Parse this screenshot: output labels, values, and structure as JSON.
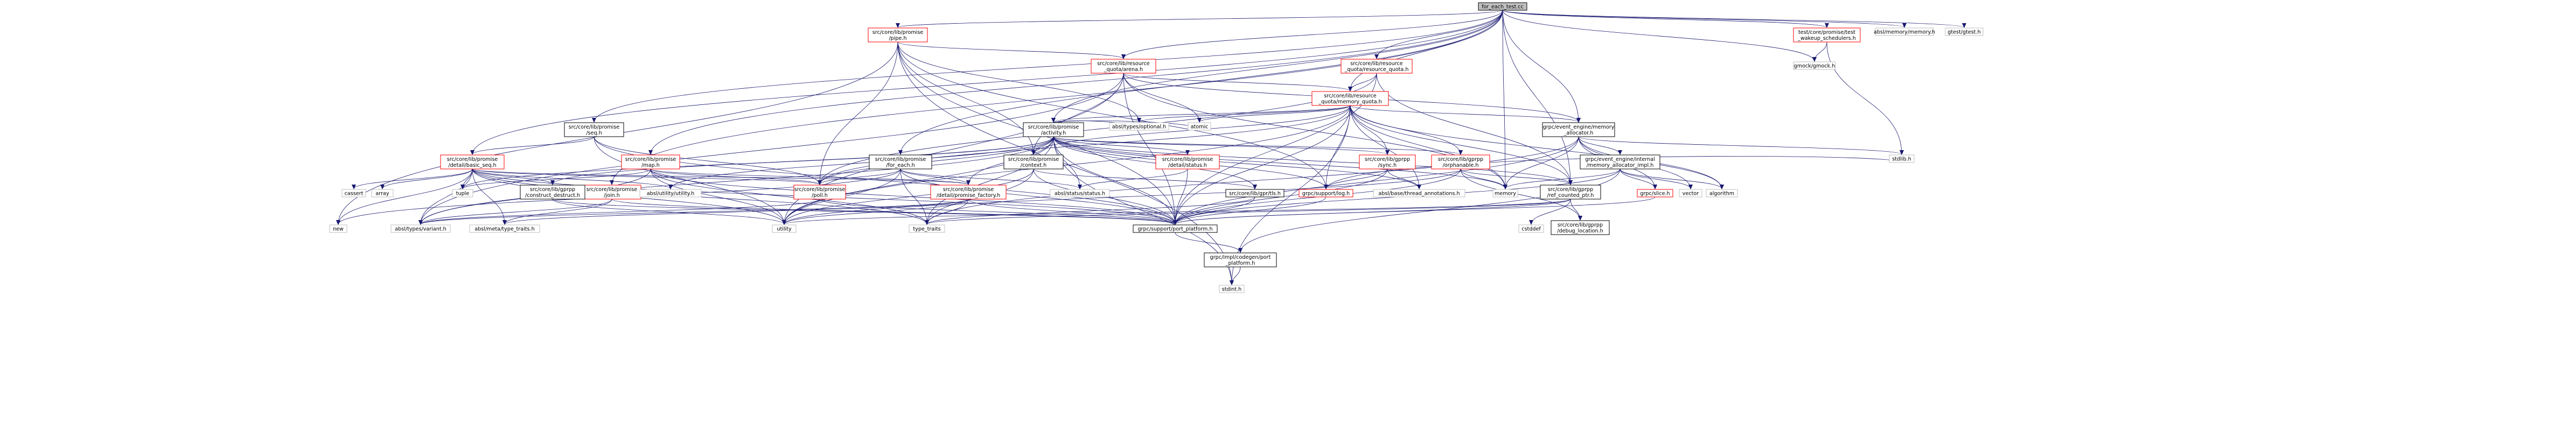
{
  "colors": {
    "root_fill": "#bfbfbf",
    "node_fill": "#ffffff",
    "red": "#ff0000",
    "gray": "#bfbfbf",
    "edge": "#191970",
    "text": "#000000"
  },
  "nodes": [
    {
      "id": "root",
      "lines": [
        "for_each_test.cc"
      ],
      "kind": "root"
    },
    {
      "id": "pipe",
      "lines": [
        "src/core/lib/promise",
        "/pipe.h"
      ],
      "kind": "red"
    },
    {
      "id": "arena",
      "lines": [
        "src/core/lib/resource",
        "_quota/arena.h"
      ],
      "kind": "red"
    },
    {
      "id": "resquota",
      "lines": [
        "src/core/lib/resource",
        "_quota/resource_quota.h"
      ],
      "kind": "red"
    },
    {
      "id": "memquota",
      "lines": [
        "src/core/lib/resource",
        "_quota/memory_quota.h"
      ],
      "kind": "red"
    },
    {
      "id": "wakeup",
      "lines": [
        "test/core/promise/test",
        "_wakeup_schedulers.h"
      ],
      "kind": "red"
    },
    {
      "id": "absl_memory",
      "lines": [
        "absl/memory/memory.h"
      ],
      "kind": "gray"
    },
    {
      "id": "gtest",
      "lines": [
        "gtest/gtest.h"
      ],
      "kind": "gray"
    },
    {
      "id": "gmock",
      "lines": [
        "gmock/gmock.h"
      ],
      "kind": "gray"
    },
    {
      "id": "seq",
      "lines": [
        "src/core/lib/promise",
        "/seq.h"
      ],
      "kind": "plain"
    },
    {
      "id": "activity",
      "lines": [
        "src/core/lib/promise",
        "/activity.h"
      ],
      "kind": "plain"
    },
    {
      "id": "ee_mem",
      "lines": [
        "grpc/event_engine/memory",
        "_allocator.h"
      ],
      "kind": "plain"
    },
    {
      "id": "stdlib",
      "lines": [
        "stdlib.h"
      ],
      "kind": "gray"
    },
    {
      "id": "basic_seq",
      "lines": [
        "src/core/lib/promise",
        "/detail/basic_seq.h"
      ],
      "kind": "red"
    },
    {
      "id": "map",
      "lines": [
        "src/core/lib/promise",
        "/map.h"
      ],
      "kind": "red"
    },
    {
      "id": "join",
      "lines": [
        "src/core/lib/promise",
        "/join.h"
      ],
      "kind": "red"
    },
    {
      "id": "for_each",
      "lines": [
        "src/core/lib/promise",
        "/for_each.h"
      ],
      "kind": "plain"
    },
    {
      "id": "context",
      "lines": [
        "src/core/lib/promise",
        "/context.h"
      ],
      "kind": "plain"
    },
    {
      "id": "status_h",
      "lines": [
        "src/core/lib/promise",
        "/detail/status.h"
      ],
      "kind": "red"
    },
    {
      "id": "gprpp_sync",
      "lines": [
        "src/core/lib/gprpp",
        "/sync.h"
      ],
      "kind": "red"
    },
    {
      "id": "orphanable",
      "lines": [
        "src/core/lib/gprpp",
        "/orphanable.h"
      ],
      "kind": "red"
    },
    {
      "id": "mem_impl",
      "lines": [
        "grpc/event_engine/internal",
        "/memory_allocator_impl.h"
      ],
      "kind": "plain"
    },
    {
      "id": "cassert",
      "lines": [
        "cassert"
      ],
      "kind": "gray"
    },
    {
      "id": "array",
      "lines": [
        "array"
      ],
      "kind": "gray"
    },
    {
      "id": "tuple",
      "lines": [
        "tuple"
      ],
      "kind": "gray"
    },
    {
      "id": "construct",
      "lines": [
        "src/core/lib/gprpp",
        "/construct_destruct.h"
      ],
      "kind": "plain"
    },
    {
      "id": "absl_utility",
      "lines": [
        "absl/utility/utility.h"
      ],
      "kind": "gray"
    },
    {
      "id": "poll",
      "lines": [
        "src/core/lib/promise",
        "/poll.h"
      ],
      "kind": "red"
    },
    {
      "id": "factory",
      "lines": [
        "src/core/lib/promise",
        "/detail/promise_factory.h"
      ],
      "kind": "red"
    },
    {
      "id": "absl_status",
      "lines": [
        "absl/status/status.h"
      ],
      "kind": "gray"
    },
    {
      "id": "gpr_tls",
      "lines": [
        "src/core/lib/gpr/tls.h"
      ],
      "kind": "plain"
    },
    {
      "id": "absl_optional",
      "lines": [
        "absl/types/optional.h"
      ],
      "kind": "gray"
    },
    {
      "id": "atomic",
      "lines": [
        "atomic"
      ],
      "kind": "gray"
    },
    {
      "id": "thread_ann",
      "lines": [
        "absl/base/thread_annotations.h"
      ],
      "kind": "gray"
    },
    {
      "id": "grpc_log",
      "lines": [
        "grpc/support/log.h"
      ],
      "kind": "red"
    },
    {
      "id": "ref_counted",
      "lines": [
        "src/core/lib/gprpp",
        "/ref_counted_ptr.h"
      ],
      "kind": "plain"
    },
    {
      "id": "memory",
      "lines": [
        "memory"
      ],
      "kind": "gray"
    },
    {
      "id": "grpc_slice",
      "lines": [
        "grpc/slice.h"
      ],
      "kind": "red"
    },
    {
      "id": "vector",
      "lines": [
        "vector"
      ],
      "kind": "gray"
    },
    {
      "id": "algorithm",
      "lines": [
        "algorithm"
      ],
      "kind": "gray"
    },
    {
      "id": "new",
      "lines": [
        "new"
      ],
      "kind": "gray"
    },
    {
      "id": "absl_variant",
      "lines": [
        "absl/types/variant.h"
      ],
      "kind": "gray"
    },
    {
      "id": "type_traits_absl",
      "lines": [
        "absl/meta/type_traits.h"
      ],
      "kind": "gray"
    },
    {
      "id": "utility",
      "lines": [
        "utility"
      ],
      "kind": "gray"
    },
    {
      "id": "type_traits",
      "lines": [
        "type_traits"
      ],
      "kind": "gray"
    },
    {
      "id": "port_platform",
      "lines": [
        "grpc/support/port_platform.h"
      ],
      "kind": "plain"
    },
    {
      "id": "cstddef",
      "lines": [
        "cstddef"
      ],
      "kind": "gray"
    },
    {
      "id": "debug_location",
      "lines": [
        "src/core/lib/gprpp",
        "/debug_location.h"
      ],
      "kind": "plain"
    },
    {
      "id": "impl_port",
      "lines": [
        "grpc/impl/codegen/port",
        "_platform.h"
      ],
      "kind": "plain"
    },
    {
      "id": "stdint",
      "lines": [
        "stdint.h"
      ],
      "kind": "gray"
    }
  ],
  "edges": [
    [
      "root",
      "pipe"
    ],
    [
      "root",
      "arena"
    ],
    [
      "root",
      "resquota"
    ],
    [
      "root",
      "memquota"
    ],
    [
      "root",
      "wakeup"
    ],
    [
      "root",
      "absl_memory"
    ],
    [
      "root",
      "gtest"
    ],
    [
      "root",
      "gmock"
    ],
    [
      "root",
      "seq"
    ],
    [
      "root",
      "activity"
    ],
    [
      "root",
      "ee_mem"
    ],
    [
      "root",
      "map"
    ],
    [
      "root",
      "join"
    ],
    [
      "root",
      "for_each"
    ],
    [
      "root",
      "basic_seq"
    ],
    [
      "root",
      "ref_counted"
    ],
    [
      "root",
      "memory"
    ],
    [
      "pipe",
      "arena"
    ],
    [
      "pipe",
      "context"
    ],
    [
      "pipe",
      "poll"
    ],
    [
      "pipe",
      "absl_optional"
    ],
    [
      "pipe",
      "port_platform"
    ],
    [
      "pipe",
      "grpc_log"
    ],
    [
      "pipe",
      "stdint"
    ],
    [
      "pipe",
      "new"
    ],
    [
      "arena",
      "memquota"
    ],
    [
      "arena",
      "context"
    ],
    [
      "arena",
      "ee_mem"
    ],
    [
      "arena",
      "port_platform"
    ],
    [
      "arena",
      "atomic"
    ],
    [
      "arena",
      "absl_variant"
    ],
    [
      "arena",
      "utility"
    ],
    [
      "arena",
      "memory"
    ],
    [
      "resquota",
      "memquota"
    ],
    [
      "resquota",
      "ref_counted"
    ],
    [
      "resquota",
      "port_platform"
    ],
    [
      "resquota",
      "poll"
    ],
    [
      "memquota",
      "activity"
    ],
    [
      "memquota",
      "ee_mem"
    ],
    [
      "memquota",
      "gprpp_sync"
    ],
    [
      "memquota",
      "orphanable"
    ],
    [
      "memquota",
      "poll"
    ],
    [
      "memquota",
      "atomic"
    ],
    [
      "memquota",
      "memory"
    ],
    [
      "memquota",
      "absl_optional"
    ],
    [
      "memquota",
      "thread_ann"
    ],
    [
      "memquota",
      "ref_counted"
    ],
    [
      "memquota",
      "grpc_log"
    ],
    [
      "memquota",
      "port_platform"
    ],
    [
      "memquota",
      "algorithm"
    ],
    [
      "memquota",
      "stdint"
    ],
    [
      "memquota",
      "utility"
    ],
    [
      "memquota",
      "context"
    ],
    [
      "wakeup",
      "gmock"
    ],
    [
      "wakeup",
      "stdlib"
    ],
    [
      "seq",
      "basic_seq"
    ],
    [
      "seq",
      "poll"
    ],
    [
      "seq",
      "utility"
    ],
    [
      "seq",
      "port_platform"
    ],
    [
      "activity",
      "context"
    ],
    [
      "activity",
      "status_h"
    ],
    [
      "activity",
      "gprpp_sync"
    ],
    [
      "activity",
      "orphanable"
    ],
    [
      "activity",
      "poll"
    ],
    [
      "activity",
      "factory"
    ],
    [
      "activity",
      "construct"
    ],
    [
      "activity",
      "absl_status"
    ],
    [
      "activity",
      "gpr_tls"
    ],
    [
      "activity",
      "absl_optional"
    ],
    [
      "activity",
      "atomic"
    ],
    [
      "activity",
      "thread_ann"
    ],
    [
      "activity",
      "grpc_log"
    ],
    [
      "activity",
      "ref_counted"
    ],
    [
      "activity",
      "memory"
    ],
    [
      "activity",
      "port_platform"
    ],
    [
      "activity",
      "utility"
    ],
    [
      "activity",
      "type_traits"
    ],
    [
      "activity",
      "stdint"
    ],
    [
      "activity",
      "tuple"
    ],
    [
      "activity",
      "absl_utility"
    ],
    [
      "activity",
      "absl_variant"
    ],
    [
      "ee_mem",
      "mem_impl"
    ],
    [
      "ee_mem",
      "grpc_slice"
    ],
    [
      "ee_mem",
      "memory"
    ],
    [
      "ee_mem",
      "stdlib"
    ],
    [
      "ee_mem",
      "vector"
    ],
    [
      "ee_mem",
      "algorithm"
    ],
    [
      "ee_mem",
      "type_traits"
    ],
    [
      "ee_mem",
      "port_platform"
    ],
    [
      "basic_seq",
      "cassert"
    ],
    [
      "basic_seq",
      "array"
    ],
    [
      "basic_seq",
      "tuple"
    ],
    [
      "basic_seq",
      "construct"
    ],
    [
      "basic_seq",
      "absl_utility"
    ],
    [
      "basic_seq",
      "poll"
    ],
    [
      "basic_seq",
      "factory"
    ],
    [
      "basic_seq",
      "new"
    ],
    [
      "basic_seq",
      "absl_variant"
    ],
    [
      "basic_seq",
      "type_traits_absl"
    ],
    [
      "basic_seq",
      "utility"
    ],
    [
      "basic_seq",
      "type_traits"
    ],
    [
      "basic_seq",
      "port_platform"
    ],
    [
      "map",
      "poll"
    ],
    [
      "map",
      "factory"
    ],
    [
      "map",
      "tuple"
    ],
    [
      "map",
      "utility"
    ],
    [
      "map",
      "type_traits"
    ],
    [
      "map",
      "port_platform"
    ],
    [
      "map",
      "absl_variant"
    ],
    [
      "join",
      "type_traits_absl"
    ],
    [
      "join",
      "absl_variant"
    ],
    [
      "join",
      "port_platform"
    ],
    [
      "for_each",
      "poll"
    ],
    [
      "for_each",
      "factory"
    ],
    [
      "for_each",
      "absl_status"
    ],
    [
      "for_each",
      "utility"
    ],
    [
      "for_each",
      "type_traits"
    ],
    [
      "for_each",
      "port_platform"
    ],
    [
      "for_each",
      "new"
    ],
    [
      "context",
      "gpr_tls"
    ],
    [
      "context",
      "utility"
    ],
    [
      "context",
      "type_traits"
    ],
    [
      "context",
      "port_platform"
    ],
    [
      "status_h",
      "absl_status"
    ],
    [
      "status_h",
      "port_platform"
    ],
    [
      "gprpp_sync",
      "grpc_log"
    ],
    [
      "gprpp_sync",
      "thread_ann"
    ],
    [
      "gprpp_sync",
      "port_platform"
    ],
    [
      "orphanable",
      "ref_counted"
    ],
    [
      "orphanable",
      "debug_location"
    ],
    [
      "orphanable",
      "memory"
    ],
    [
      "orphanable",
      "port_platform"
    ],
    [
      "orphanable",
      "utility"
    ],
    [
      "mem_impl",
      "grpc_slice"
    ],
    [
      "mem_impl",
      "vector"
    ],
    [
      "mem_impl",
      "algorithm"
    ],
    [
      "mem_impl",
      "memory"
    ],
    [
      "mem_impl",
      "impl_port"
    ],
    [
      "mem_impl",
      "port_platform"
    ],
    [
      "construct",
      "utility"
    ],
    [
      "construct",
      "port_platform"
    ],
    [
      "poll",
      "absl_variant"
    ],
    [
      "poll",
      "port_platform"
    ],
    [
      "factory",
      "type_traits_absl"
    ],
    [
      "factory",
      "absl_variant"
    ],
    [
      "factory",
      "utility"
    ],
    [
      "factory",
      "type_traits"
    ],
    [
      "factory",
      "port_platform"
    ],
    [
      "gpr_tls",
      "type_traits"
    ],
    [
      "gpr_tls",
      "port_platform"
    ],
    [
      "grpc_log",
      "port_platform"
    ],
    [
      "grpc_log",
      "stdlib"
    ],
    [
      "ref_counted",
      "cstddef"
    ],
    [
      "ref_counted",
      "debug_location"
    ],
    [
      "ref_counted",
      "utility"
    ],
    [
      "ref_counted",
      "type_traits"
    ],
    [
      "ref_counted",
      "port_platform"
    ],
    [
      "grpc_slice",
      "port_platform"
    ],
    [
      "port_platform",
      "impl_port"
    ],
    [
      "impl_port",
      "stdint"
    ]
  ]
}
